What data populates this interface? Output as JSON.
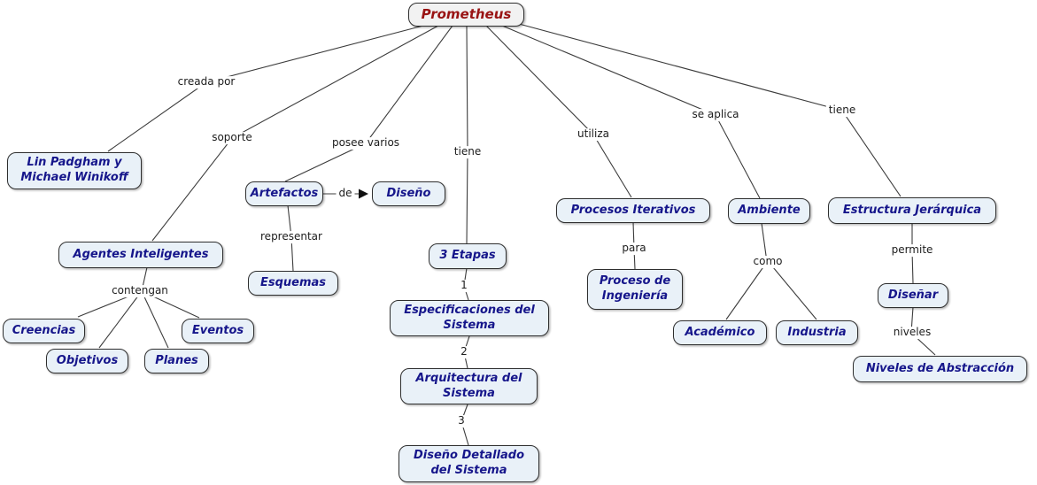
{
  "map_title": "Prometheus",
  "nodes": {
    "prometheus": "Prometheus",
    "lin_padgham": [
      "Lin Padgham y",
      "Michael Winikoff"
    ],
    "agentes_inteligentes": "Agentes Inteligentes",
    "creencias": "Creencias",
    "objetivos": "Objetivos",
    "planes": "Planes",
    "eventos": "Eventos",
    "artefactos": "Artefactos",
    "diseno": "Diseño",
    "esquemas": "Esquemas",
    "tres_etapas": "3 Etapas",
    "especificaciones_sistema": [
      "Especificaciones del",
      "Sistema"
    ],
    "arquitectura_sistema": [
      "Arquitectura del",
      "Sistema"
    ],
    "diseno_detallado_sistema": [
      "Diseño Detallado",
      "del Sistema"
    ],
    "procesos_iterativos": "Procesos Iterativos",
    "proceso_ingenieria": [
      "Proceso de",
      "Ingeniería"
    ],
    "ambiente": "Ambiente",
    "academico": "Académico",
    "industria": "Industria",
    "estructura_jerarquica": "Estructura Jerárquica",
    "disenar": "Diseñar",
    "niveles_abstraccion": "Niveles de Abstracción"
  },
  "links": {
    "creada_por": "creada por",
    "soporte": "soporte",
    "posee_varios": "posee varios",
    "tiene_etapas": "tiene",
    "utiliza": "utiliza",
    "se_aplica": "se aplica",
    "tiene_estructura": "tiene",
    "de": "de",
    "representar": "representar",
    "contengan": "contengan",
    "paso_1": "1",
    "paso_2": "2",
    "paso_3": "3",
    "para": "para",
    "como": "como",
    "permite": "permite",
    "niveles": "niveles"
  },
  "colors": {
    "background": "#ffffff",
    "node_fill": "#e9f1f8",
    "node_border": "#2e2e2e",
    "node_text": "#16168b",
    "root_fill": "#f2f2f2",
    "root_text": "#991414",
    "link_text": "#1c1c1c",
    "edge": "#3c3c3c"
  }
}
